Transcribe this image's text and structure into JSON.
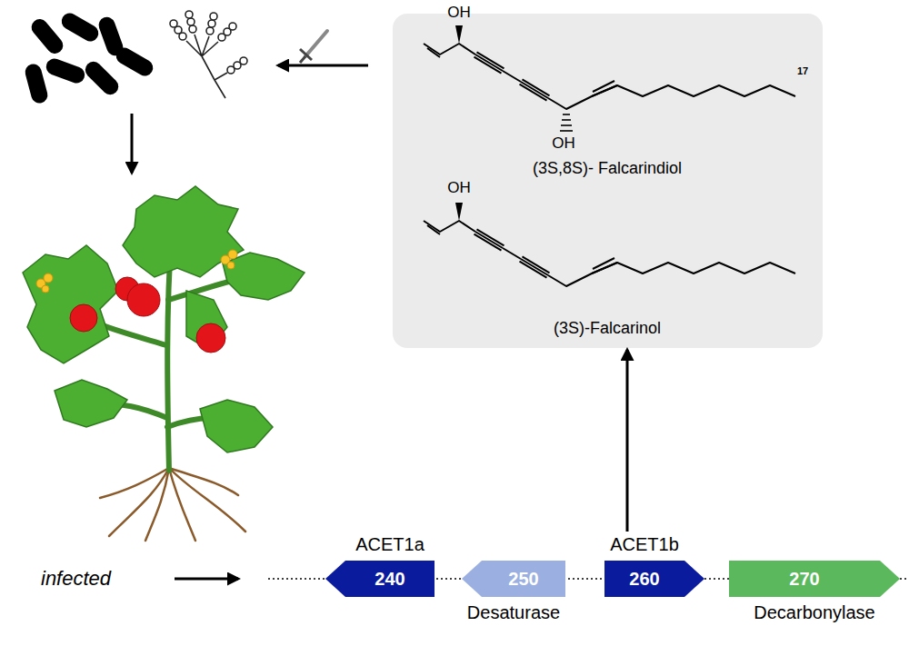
{
  "diagram": {
    "nodes": [
      {
        "text": [
          "(3S,8S)- Falcarindiol",
          "(3S)-Falcarinol"
        ]
      },
      {
        "text": [
          "ACET1a",
          "240"
        ]
      },
      {
        "text": [
          "250",
          "Desaturase"
        ]
      },
      {
        "text": [
          "ACET1b",
          "260"
        ]
      },
      {
        "text": [
          "270",
          "Decarbonylase"
        ]
      }
    ],
    "edges": [
      {
        "from": 3,
        "to": 0,
        "arrow": "to"
      }
    ],
    "labels": [
      "OH",
      "OH",
      "17",
      "OH",
      "infected"
    ]
  }
}
